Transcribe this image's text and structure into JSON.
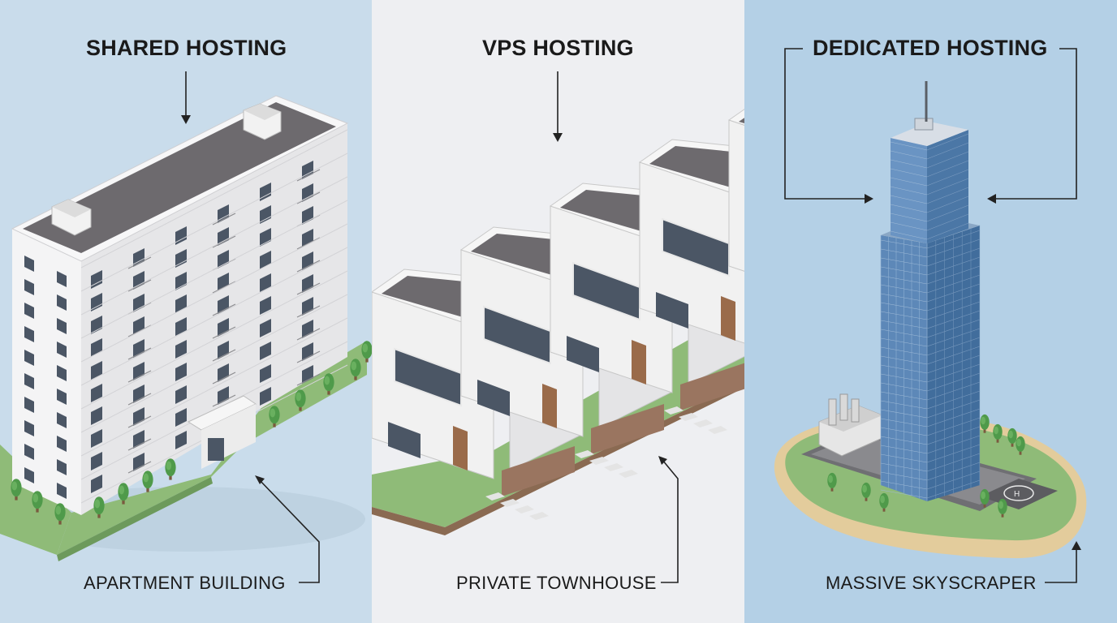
{
  "colors": {
    "shared_bg": "#c9dceb",
    "vps_bg": "#eeeff2",
    "dedicated_bg": "#b4d0e6",
    "roof": "#6d6a6e",
    "wall": "#f1f1f1",
    "grass": "#8fbb78",
    "glass": "#5a86b4",
    "wood": "#9a6b4a"
  },
  "panels": [
    {
      "title": "SHARED HOSTING",
      "caption": "APARTMENT BUILDING",
      "illustration": "apartment-building"
    },
    {
      "title": "VPS HOSTING",
      "caption": "PRIVATE TOWNHOUSE",
      "illustration": "townhouse-row"
    },
    {
      "title": "DEDICATED HOSTING",
      "caption": "MASSIVE SKYSCRAPER",
      "illustration": "skyscraper-island"
    }
  ]
}
